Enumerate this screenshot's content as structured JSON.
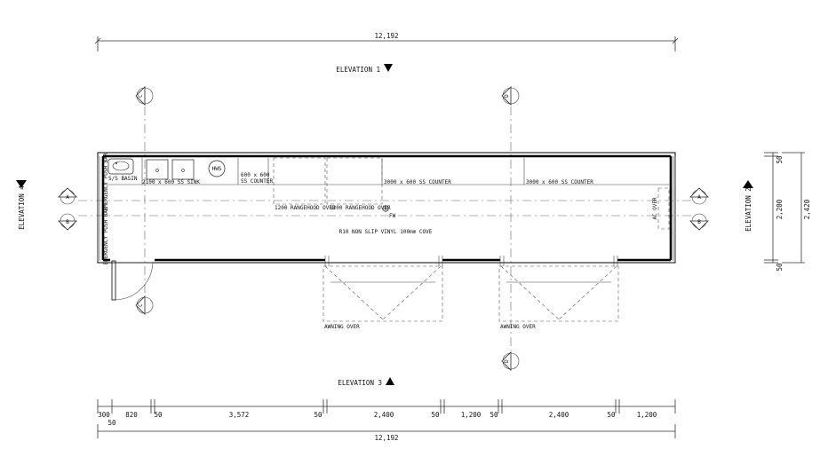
{
  "elevations": {
    "e1": "ELEVATION 1",
    "e2": "ELEVATION 2",
    "e3": "ELEVATION 3",
    "e4": "ELEVATION 4"
  },
  "dimensions": {
    "overall_top": "12,192",
    "overall_bottom": "12,192",
    "bottom_segments": [
      "300",
      "820",
      "50",
      "3,572",
      "50",
      "2,400",
      "50",
      "1,200",
      "50",
      "2,400",
      "50",
      "1,200"
    ],
    "bottom_extra": "50",
    "right_segments": [
      "50",
      "2,200",
      "50"
    ],
    "right_overall": "2,420"
  },
  "section_markers": {
    "c": "C",
    "d": "D",
    "a": "A",
    "b": "B"
  },
  "labels": {
    "basin": "S/S BASIN",
    "emergency_push_bar_1": "EMERGENCY PUSH BAR",
    "emergency_push_bar_2": "EMERGENCY PUSH BAR",
    "sink": "2100 x 600 SS SINK",
    "hws": "HWS",
    "counter_600_line1": "600 x 600",
    "counter_600_line2": "SS COUNTER",
    "counter_3000_1": "3000 x 600 SS COUNTER",
    "counter_3000_2": "3000 x 600 SS COUNTER",
    "rangehood_1": "1200 RANGEHOOD OVER",
    "rangehood_2": "1200 RANGEHOOD OVER",
    "fw": "FW",
    "floor": "R10 NON SLIP VINYL 100mm COVE",
    "ac": "AC OVER",
    "awning_1": "AWNING OVER",
    "awning_2": "AWNING OVER"
  }
}
